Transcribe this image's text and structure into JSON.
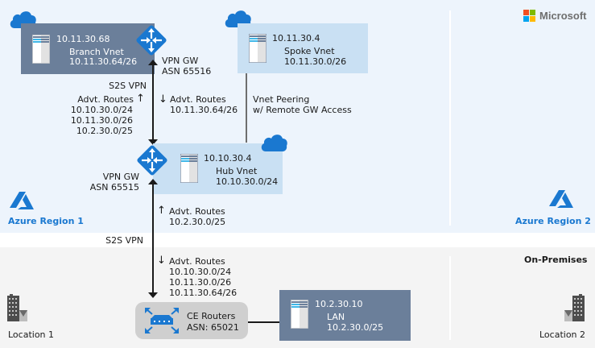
{
  "brand": {
    "name": "Microsoft",
    "logo_colors": [
      "#f25022",
      "#7fba00",
      "#00a4ef",
      "#ffb900"
    ]
  },
  "colors": {
    "azure_zone": "#edf4fc",
    "onprem_zone": "#f4f4f4",
    "vnet_dark": "#6b7f9a",
    "vnet_light": "#c9e0f3",
    "azure_blue": "#1a78d0"
  },
  "regions": {
    "azure1": {
      "label": "Azure Region 1"
    },
    "azure2": {
      "label": "Azure Region 2"
    },
    "onprem": {
      "label": "On-Premises"
    }
  },
  "branch_vnet": {
    "ip": "10.11.30.68",
    "name": "Branch Vnet",
    "cidr": "10.11.30.64/26"
  },
  "branch_gw": {
    "line1": "VPN GW",
    "line2": "ASN 65516"
  },
  "spoke_vnet": {
    "ip": "10.11.30.4",
    "name": "Spoke Vnet",
    "cidr": "10.11.30.0/26"
  },
  "hub_vnet": {
    "ip": "10.10.30.4",
    "name": "Hub Vnet",
    "cidr": "10.10.30.0/24"
  },
  "hub_gw": {
    "line1": "VPN GW",
    "line2": "ASN 65515"
  },
  "peering": {
    "line1": "Vnet Peering",
    "line2": "w/ Remote GW Access"
  },
  "s2s_top": {
    "label": "S2S VPN",
    "up_routes": {
      "title": "Advt. Routes",
      "routes": [
        "10.10.30.0/24",
        "10.11.30.0/26",
        "10.2.30.0/25"
      ]
    },
    "down_routes": {
      "title": "Advt. Routes",
      "routes": [
        "10.11.30.64/26"
      ]
    }
  },
  "s2s_bottom": {
    "label": "S2S VPN",
    "up_routes": {
      "title": "Advt. Routes",
      "routes": [
        "10.2.30.0/25"
      ]
    },
    "down_routes": {
      "title": "Advt. Routes",
      "routes": [
        "10.10.30.0/24",
        "10.11.30.0/26",
        "10.11.30.64/26"
      ]
    }
  },
  "arrows": {
    "up": "↑",
    "down": "↓"
  },
  "ce_routers": {
    "line1": "CE Routers",
    "line2": "ASN: 65021"
  },
  "lan": {
    "ip": "10.2.30.10",
    "name": "LAN",
    "cidr": "10.2.30.0/25"
  },
  "locations": {
    "loc1": "Location 1",
    "loc2": "Location 2"
  },
  "icons": {
    "cloud": "cloud-icon",
    "router": "vpn-gateway-icon",
    "server": "server-icon",
    "azure": "azure-logo-icon",
    "building": "building-icon",
    "ce_router": "ce-router-icon"
  }
}
